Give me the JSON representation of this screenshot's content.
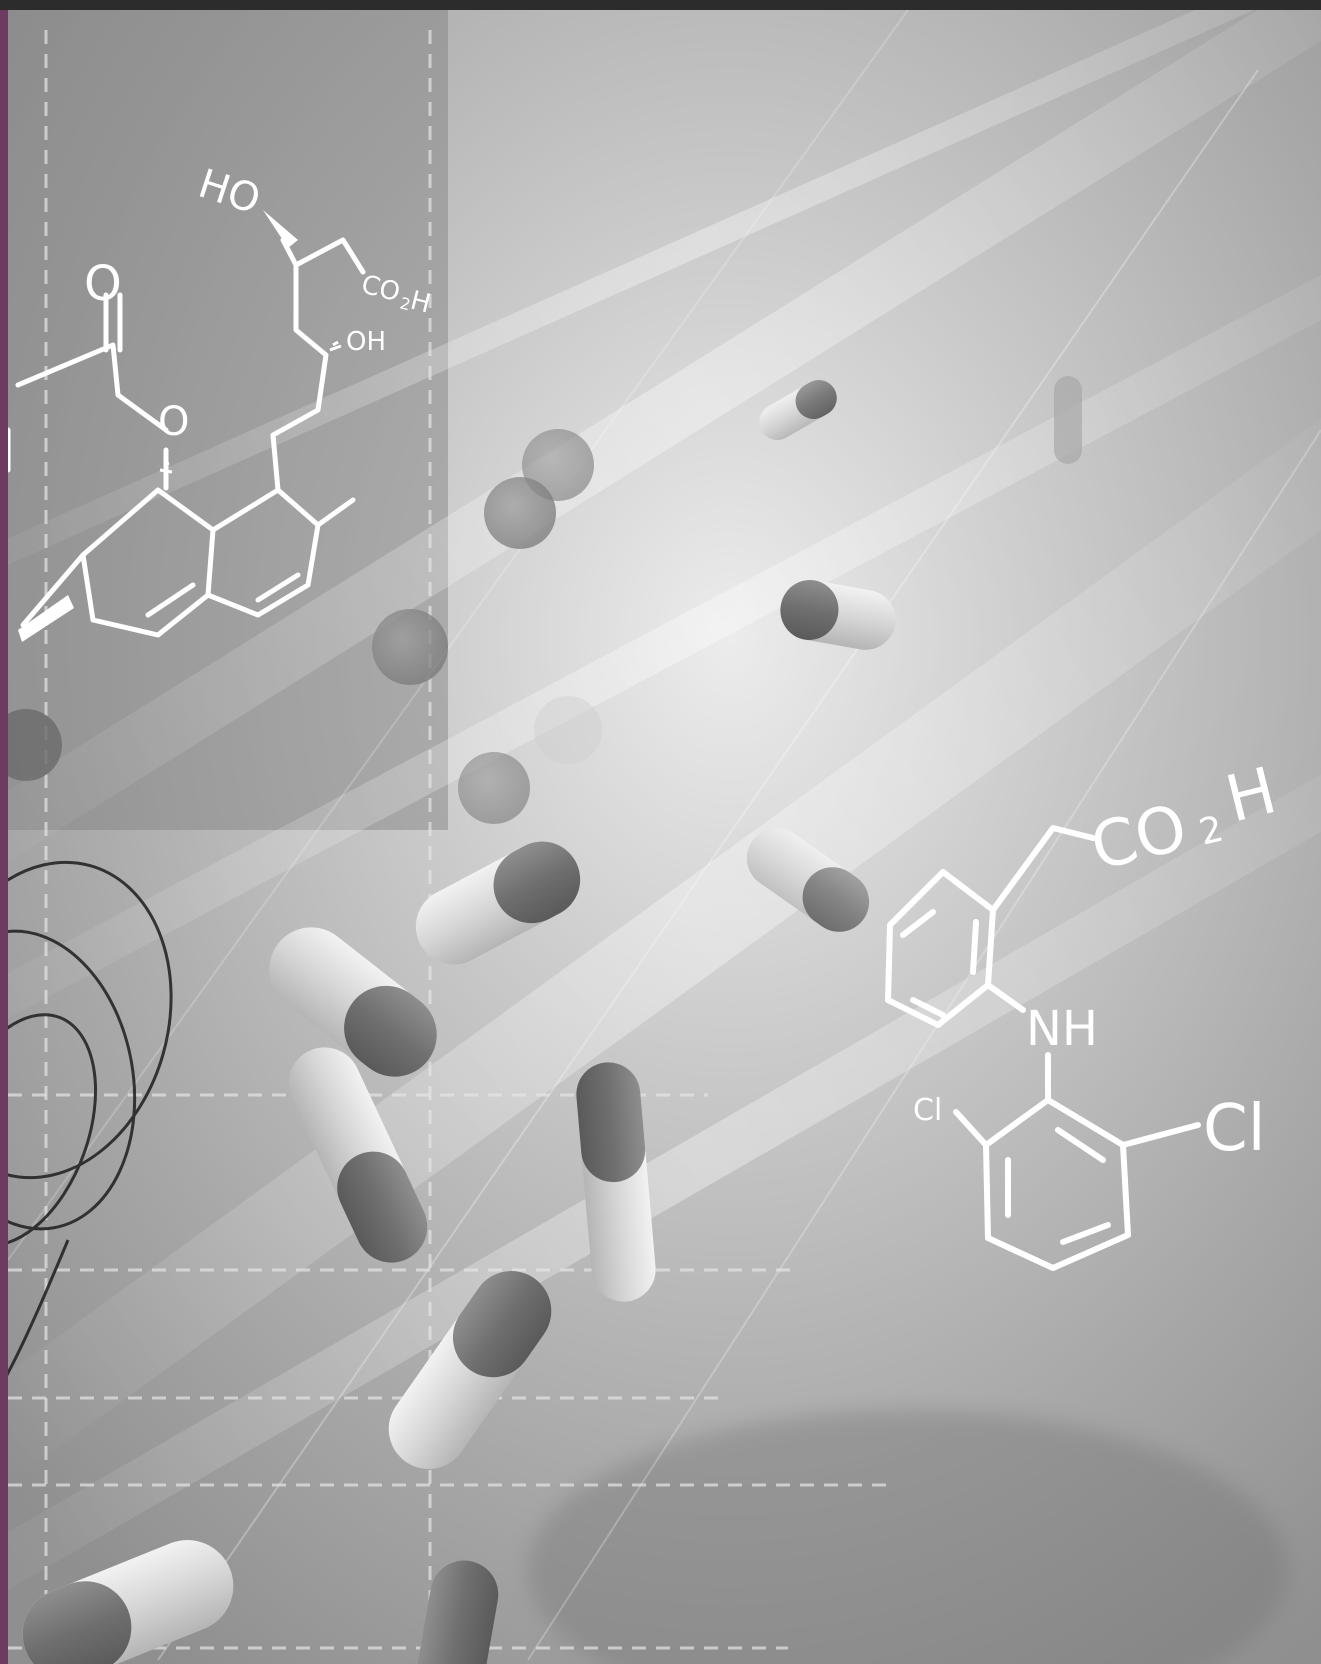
{
  "cover": {
    "accent_color": "#6e3a62",
    "background_tone": "#b8b8b8",
    "formula_a": {
      "hydroxyl_top": "HO",
      "carboxyl": "CO",
      "carboxyl_sub": "2",
      "carboxyl_tail": "H",
      "hydroxyl_side": "OH",
      "carbonyl_o": "O",
      "ester_o": "O"
    },
    "formula_b": {
      "carboxyl": "CO",
      "carboxyl_sub": "2",
      "carboxyl_tail": "H",
      "amine": "NH",
      "chloro_left": "Cl",
      "chloro_right": "Cl"
    }
  }
}
